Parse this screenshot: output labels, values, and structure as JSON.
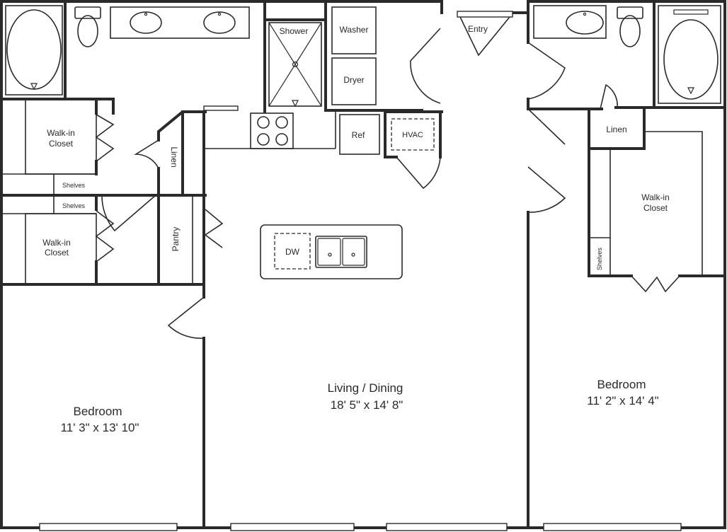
{
  "rooms": {
    "bedroom_left": {
      "name": "Bedroom",
      "dims": "11' 3\" x 13' 10\""
    },
    "living": {
      "name": "Living / Dining",
      "dims": "18' 5\" x 14' 8\""
    },
    "bedroom_right": {
      "name": "Bedroom",
      "dims": "11' 2\" x 14' 4\""
    }
  },
  "labels": {
    "walkin_top_l1": "Walk-in",
    "walkin_top_l2": "Closet",
    "walkin_bot_l1": "Walk-in",
    "walkin_bot_l2": "Closet",
    "walkin_right_l1": "Walk-in",
    "walkin_right_l2": "Closet",
    "shelves_top": "Shelves",
    "shelves_bot": "Shelves",
    "shelves_right": "Shelves",
    "linen_left": "Linen",
    "linen_right": "Linen",
    "pantry": "Pantry",
    "shower": "Shower",
    "washer": "Washer",
    "dryer": "Dryer",
    "entry": "Entry",
    "ref": "Ref",
    "hvac": "HVAC",
    "dw": "DW"
  }
}
